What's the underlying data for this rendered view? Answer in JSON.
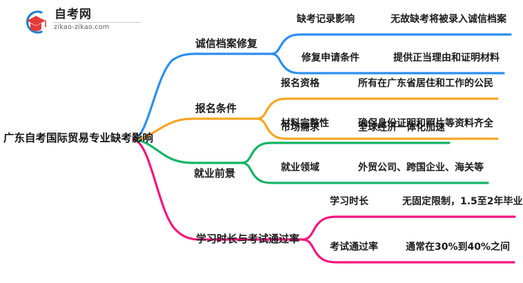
{
  "logo": {
    "title": "自考网",
    "domain": "zikao-zikao.com",
    "mark_icon": "graduation-cap-icon",
    "arc_color": "#1f7fd0",
    "cap_color": "#e23b3b"
  },
  "mindmap": {
    "root": {
      "label": "广东自考国际贸易专业缺考影响"
    },
    "branches": [
      {
        "label": "诚信档案修复",
        "color": "#2b8ef0",
        "children": [
          {
            "label": "缺考记录影响",
            "detail": "无故缺考将被录入诚信档案"
          },
          {
            "label": "修复申请条件",
            "detail": "提供正当理由和证明材料"
          }
        ]
      },
      {
        "label": "报名条件",
        "color": "#f5a623",
        "children": [
          {
            "label": "报名资格",
            "detail": "所有在广东省居住和工作的公民"
          },
          {
            "label": "材料完整性",
            "detail": "确保身份证明和照片等资料齐全"
          }
        ]
      },
      {
        "label": "就业前景",
        "color": "#13b364",
        "children": [
          {
            "label": "市场需求",
            "detail": "全球经济一体化加速"
          },
          {
            "label": "就业领域",
            "detail": "外贸公司、跨国企业、海关等"
          }
        ]
      },
      {
        "label": "学习时长与考试通过率",
        "color": "#f5147f",
        "children": [
          {
            "label": "学习时长",
            "detail": "无固定限制，1.5至2年毕业"
          },
          {
            "label": "考试通过率",
            "detail": "通常在30%到40%之间"
          }
        ]
      }
    ]
  }
}
